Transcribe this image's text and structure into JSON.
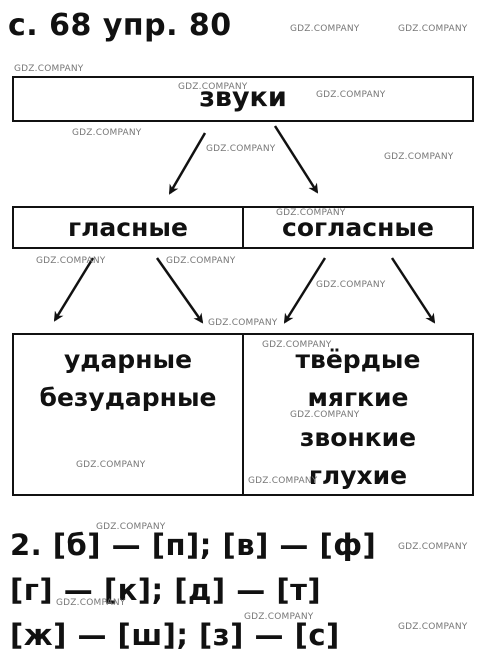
{
  "header": "с. 68 упр. 80",
  "diagram": {
    "root": "звуки",
    "vowels": "гласные",
    "consonants": "согласные",
    "vowel_items": [
      "ударные",
      "безударные"
    ],
    "consonant_items": [
      "твёрдые",
      "мягкие",
      "звонкие",
      "глухие"
    ]
  },
  "answer_lines": [
    "2. [б] — [п]; [в] — [ф]",
    "[г] — [к]; [д] — [т]",
    "[ж] — [ш]; [з] — [с]"
  ],
  "watermark": "GDZ.COMPANY"
}
